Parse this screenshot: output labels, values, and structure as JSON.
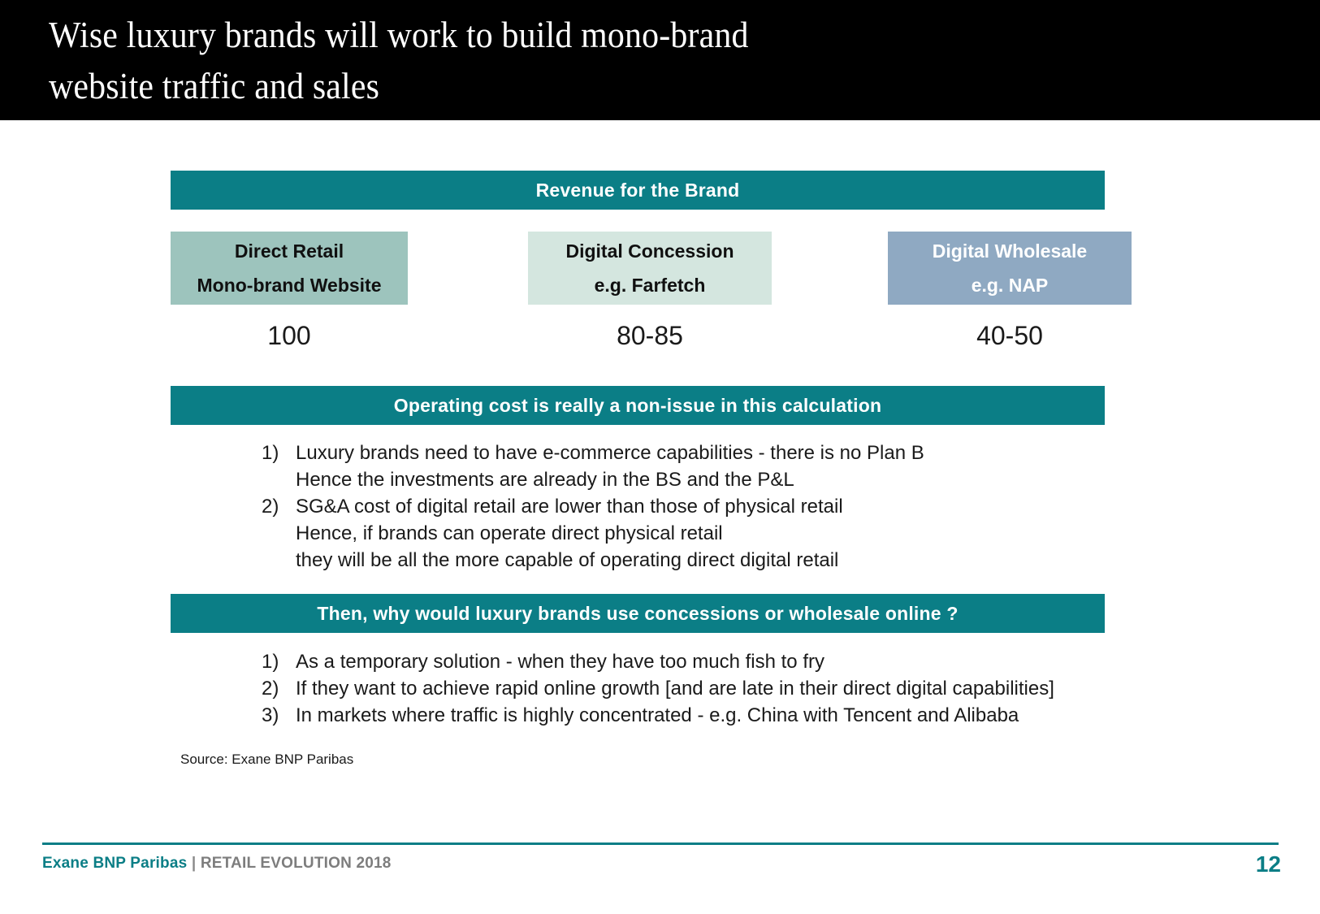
{
  "slide": {
    "title": "Wise luxury brands will work to build mono-brand\nwebsite traffic and sales",
    "accent_teal": "#0b7e86",
    "box_colors": [
      "#9dc4bd",
      "#d4e6df",
      "#8fa9c2"
    ]
  },
  "revenue_banner": {
    "label": "Revenue for the Brand"
  },
  "channels": [
    {
      "line1": "Direct Retail",
      "line2": "Mono-brand Website",
      "value": "100"
    },
    {
      "line1": "Digital Concession",
      "line2": "e.g. Farfetch",
      "value": "80-85"
    },
    {
      "line1": "Digital Wholesale",
      "line2": "e.g. NAP",
      "value": "40-50"
    }
  ],
  "opcost_banner": {
    "label": "Operating cost is really a non-issue in this calculation"
  },
  "opcost_list": [
    {
      "marker": "1)",
      "lines": [
        "Luxury brands need to have e-commerce capabilities - there is no Plan B",
        "Hence the investments are already in the BS and the P&L"
      ]
    },
    {
      "marker": "2)",
      "lines": [
        "SG&A cost of digital retail are lower than those of physical retail",
        "Hence, if brands can operate direct physical retail",
        "they will be all the more capable of operating direct digital retail"
      ]
    }
  ],
  "why_banner": {
    "label": "Then, why would luxury brands use concessions or wholesale online ?"
  },
  "why_list": [
    {
      "marker": "1)",
      "lines": [
        "As a temporary solution - when they have too much fish to fry"
      ]
    },
    {
      "marker": "2)",
      "lines": [
        "If they want to achieve rapid online growth [and are late in their direct digital capabilities]"
      ]
    },
    {
      "marker": "3)",
      "lines": [
        "In markets where traffic is highly concentrated - e.g. China with Tencent and Alibaba"
      ]
    }
  ],
  "source": {
    "label": "Source: Exane BNP Paribas"
  },
  "footer": {
    "brand": "Exane BNP Paribas",
    "separator": " | ",
    "subtitle": "RETAIL EVOLUTION 2018",
    "page_number": "12"
  }
}
